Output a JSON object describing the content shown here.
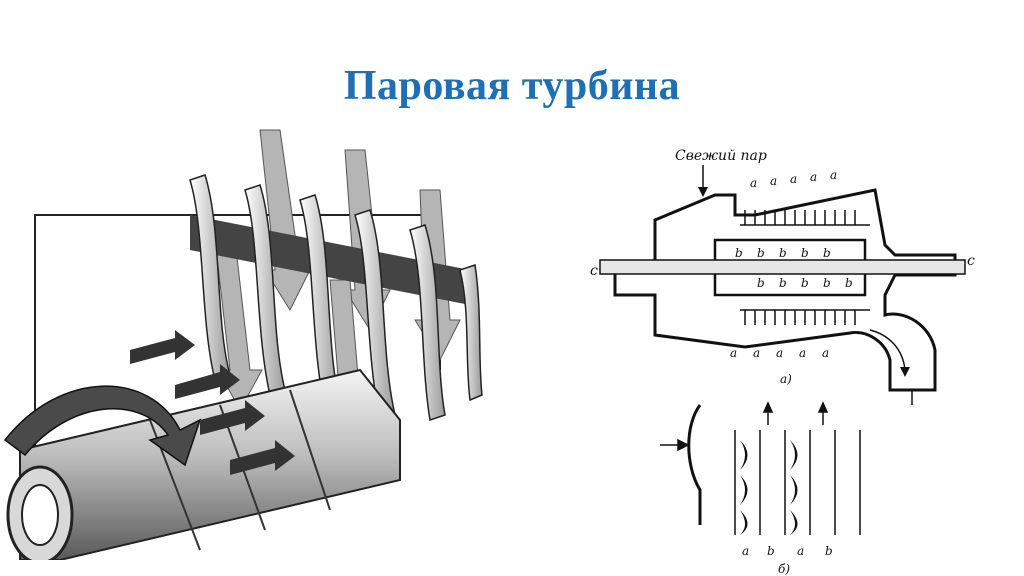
{
  "slide": {
    "title": "Паровая турбина"
  },
  "schematic": {
    "steam_label": "Свежий пар",
    "shaft_label_left": "с",
    "shaft_label_right": "с",
    "stator_label": "a",
    "rotor_label": "b",
    "caption_a": "а)",
    "caption_b": "б)",
    "detail_labels": [
      "a",
      "b",
      "a",
      "b"
    ]
  }
}
